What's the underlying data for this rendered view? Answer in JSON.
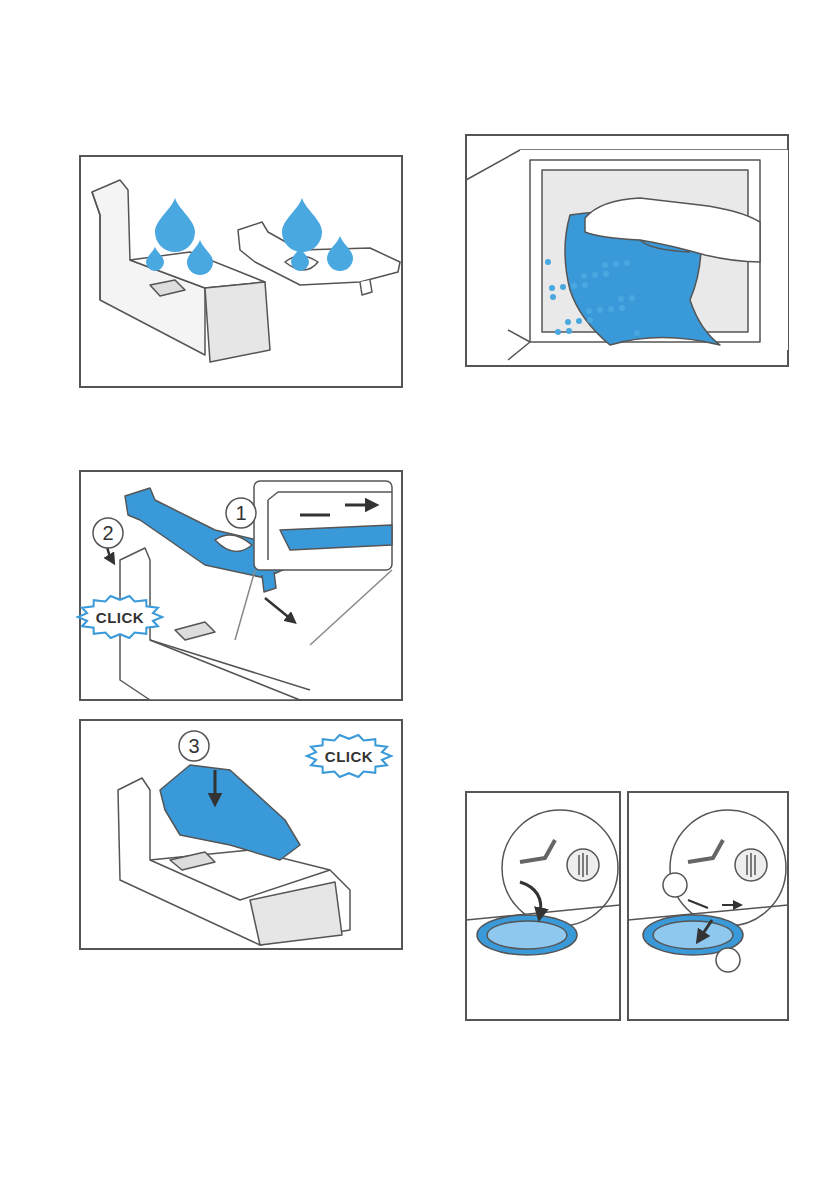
{
  "diagram": {
    "labels": [
      "2",
      "1",
      "CLICK",
      "3",
      "CLICK"
    ]
  }
}
